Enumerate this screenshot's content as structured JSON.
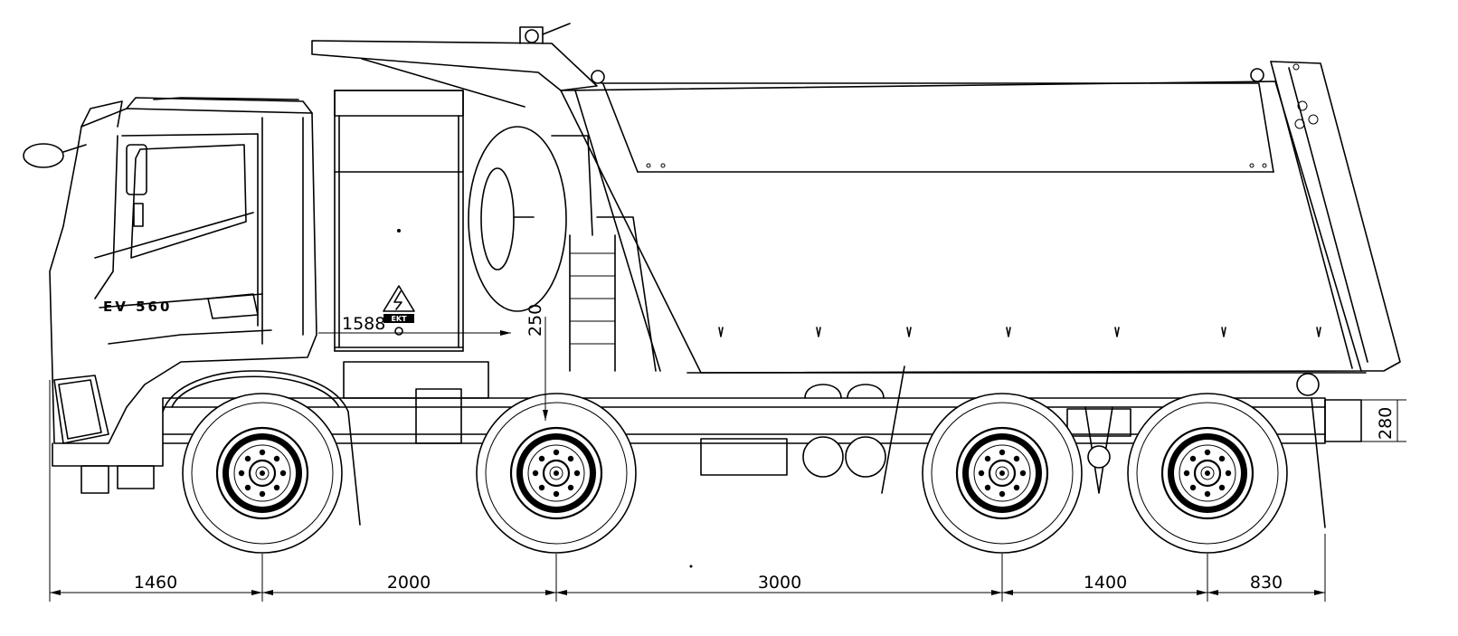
{
  "model_badge": "EV 560",
  "hv_label": "EKT",
  "dimensions": {
    "front_overhang": "1460",
    "wheelbase_1_2": "2000",
    "wheelbase_2_3": "3000",
    "wheelbase_3_4": "1400",
    "rear_overhang": "830",
    "bracket_offset": "1588",
    "bracket_height": "250",
    "frame_height": "280"
  }
}
